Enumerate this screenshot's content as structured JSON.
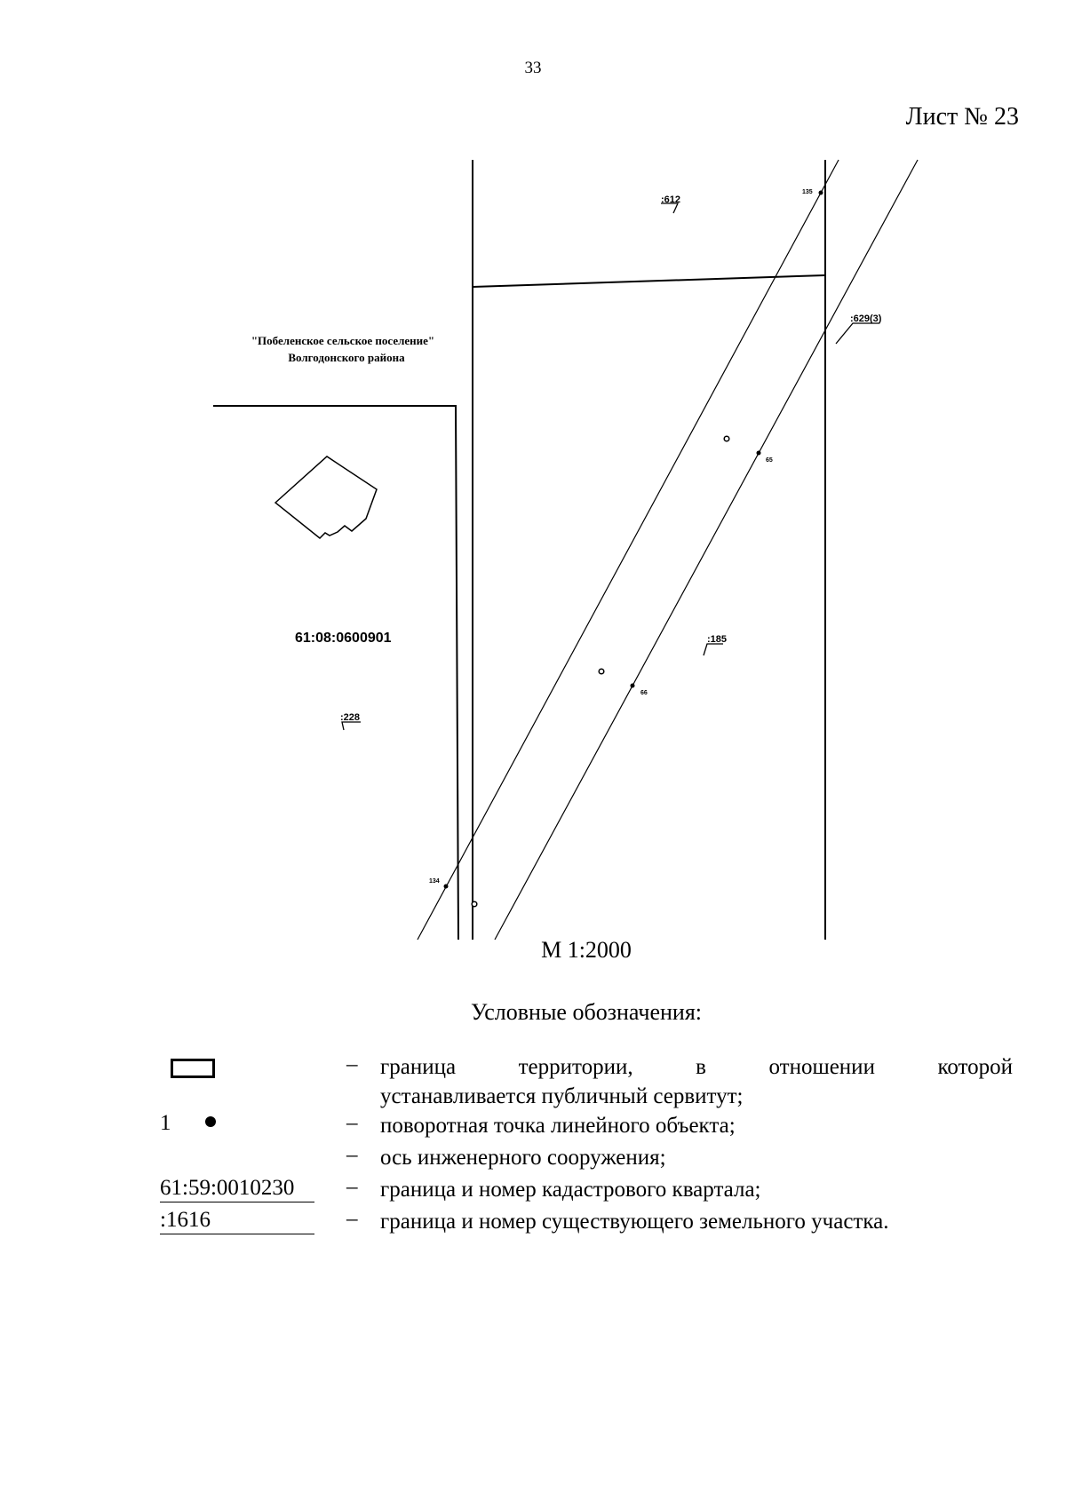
{
  "page_number": "33",
  "sheet_label": "Лист № 23",
  "map": {
    "settlement_line1": "\"Побеленское сельское поселение\"",
    "settlement_line2": "Волгодонского района",
    "quarter_number": "61:08:0600901",
    "parcels": [
      ":612",
      ":629(3)",
      ":185",
      ":228"
    ],
    "points": [
      "135",
      "65",
      "66",
      "134"
    ]
  },
  "scale": "М 1:2000",
  "legend": {
    "title": "Условные обозначения:",
    "items": [
      {
        "symbol": "",
        "dash": "–",
        "description_line1": "граница территории, в отношении которой",
        "description_line2": "устанавливается публичный сервитут;"
      },
      {
        "symbol": "1",
        "dash": "–",
        "description": "поворотная точка линейного объекта;"
      },
      {
        "symbol": "",
        "dash": "–",
        "description": "ось инженерного сооружения;"
      },
      {
        "symbol": "61:59:0010230",
        "dash": "–",
        "description": "граница и номер кадастрового квартала;"
      },
      {
        "symbol": ":1616",
        "dash": "–",
        "description": "граница и номер существующего земельного участка."
      }
    ]
  }
}
